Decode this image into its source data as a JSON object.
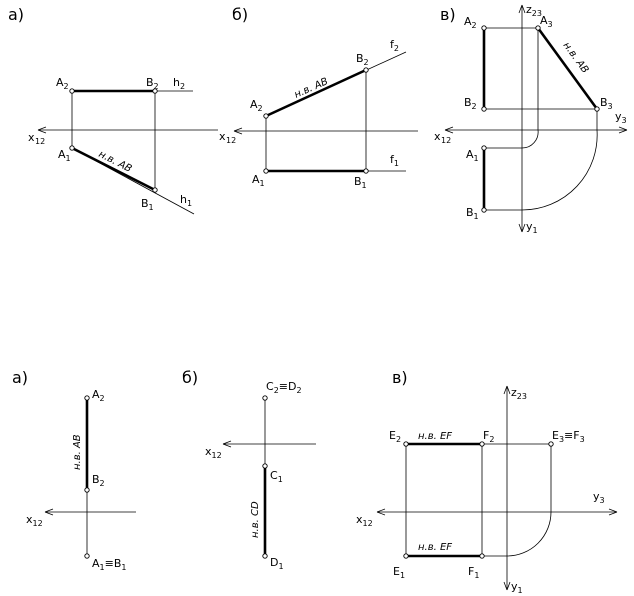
{
  "panel_labels": {
    "top_a": "а)",
    "top_b": "б)",
    "top_v": "в)",
    "bot_a": "а)",
    "bot_b": "б)",
    "bot_v": "в)"
  },
  "annotations": {
    "nv_ab": "н.в. АВ",
    "nv_cd": "н.в. CD",
    "nv_ef": "н.в. EF"
  },
  "points": {
    "a": "A",
    "b": "B",
    "c": "C",
    "d": "D",
    "e": "E",
    "f": "F",
    "a1b1": "A",
    "equiv": "≡"
  },
  "subscripts": {
    "s1": "1",
    "s2": "2",
    "s3": "3",
    "s12": "12",
    "s23": "23"
  },
  "axes": {
    "x": "x",
    "y": "y",
    "z": "z"
  },
  "lines": {
    "h": "h",
    "f": "f"
  }
}
